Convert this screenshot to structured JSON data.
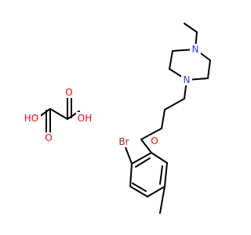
{
  "molecules": {
    "piperazine_compound": {
      "atoms": [
        {
          "id": "N1",
          "text": "N",
          "color": "#3333ff"
        },
        {
          "id": "N2",
          "text": "N",
          "color": "#3333ff"
        },
        {
          "id": "O",
          "text": "O",
          "color": "#ff0000"
        },
        {
          "id": "Br",
          "text": "Br",
          "color": "#a62929"
        }
      ]
    },
    "oxalic_acid": {
      "atoms": [
        {
          "id": "HO_left",
          "text": "HO",
          "color": "#ff0000"
        },
        {
          "id": "OH_right",
          "text": "OH",
          "color": "#ff0000"
        },
        {
          "id": "O_top",
          "text": "O",
          "color": "#ff0000"
        },
        {
          "id": "O_bottom",
          "text": "O",
          "color": "#ff0000"
        }
      ]
    }
  }
}
